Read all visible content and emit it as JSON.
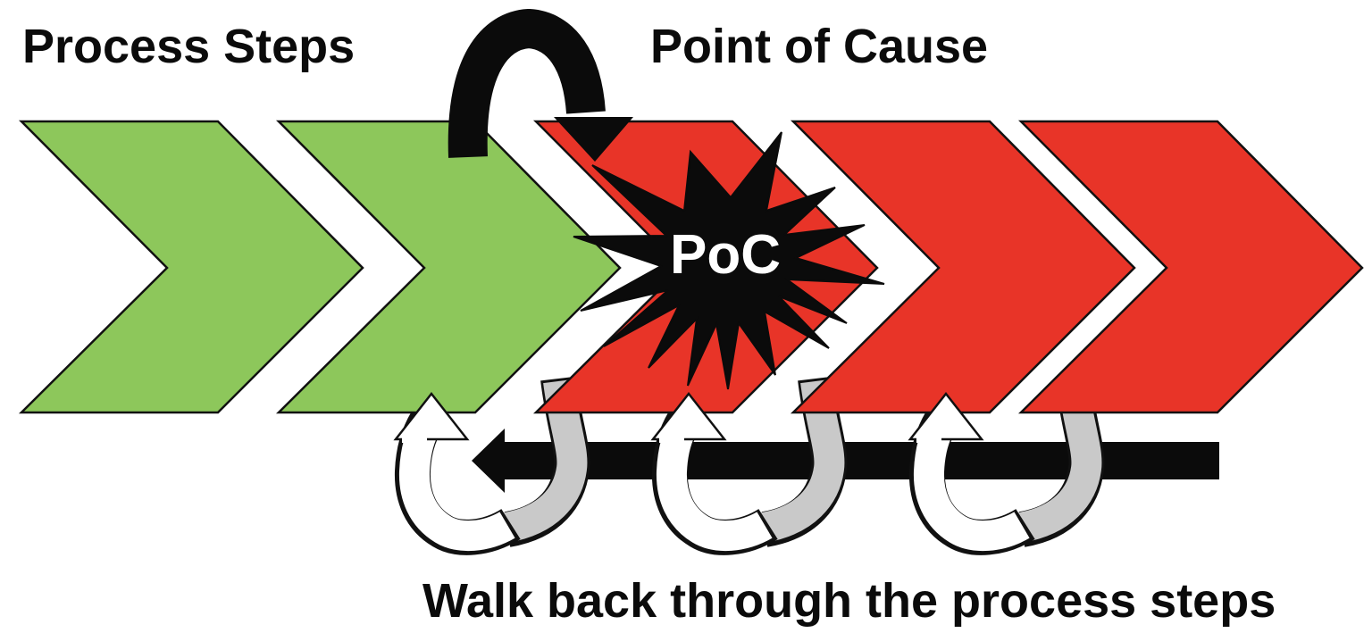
{
  "diagram": {
    "process_label": "Process Steps",
    "cause_label": "Point of Cause",
    "star_label": "PoC",
    "walkback_label": "Walk back through the process steps",
    "step_colors": [
      "green",
      "green",
      "red",
      "red",
      "red"
    ]
  },
  "colors": {
    "green": "#8DC75B",
    "red": "#E83428",
    "gray": "#C9C9C9",
    "black": "#0b0b0b",
    "white": "#ffffff"
  }
}
